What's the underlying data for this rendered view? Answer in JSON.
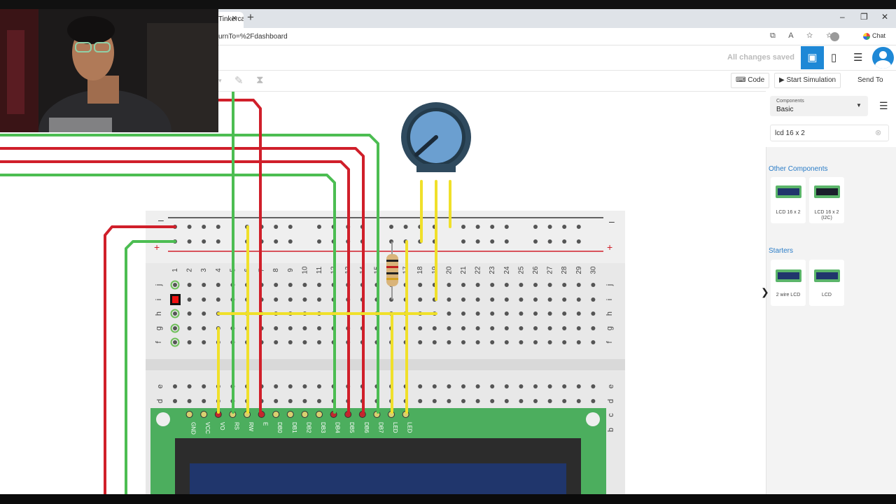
{
  "browser": {
    "tab_title": "Tinkercad - Tr",
    "tab_close": "×",
    "new_tab": "+",
    "url": "urnTo=%2Fdashboard",
    "url_icons": "⧉ A ☆ ✩",
    "chat_label": "Chat",
    "win_minimize": "–",
    "win_restore": "❐",
    "win_close": "✕"
  },
  "app": {
    "save_status": "All changes saved",
    "view_icons": {
      "circuit": "▣",
      "components": "▯",
      "list": "☰"
    }
  },
  "toolbar": {
    "code_label": "Code",
    "start_sim_label": "Start Simulation",
    "send_to_label": "Send To",
    "play_icon": "▶"
  },
  "panel": {
    "components_label": "Components",
    "components_value": "Basic",
    "search_value": "lcd 16 x 2",
    "other_components_title": "Other Components",
    "other_components": [
      {
        "label": "LCD 16 x 2",
        "style": "blue"
      },
      {
        "label": "LCD 16 x 2 (I2C)",
        "style": "dark"
      }
    ],
    "starters_title": "Starters",
    "starters": [
      {
        "label": "2 wire LCD"
      },
      {
        "label": "LCD"
      }
    ],
    "collapse_arrow": "❯"
  },
  "breadboard": {
    "rail_minus": "–",
    "rail_plus": "+",
    "column_numbers": [
      "1",
      "2",
      "3",
      "4",
      "5",
      "6",
      "7",
      "8",
      "9",
      "10",
      "11",
      "12",
      "13",
      "14",
      "15",
      "16",
      "17",
      "18",
      "19",
      "20",
      "21",
      "22",
      "23",
      "24",
      "25",
      "26",
      "27",
      "28",
      "29",
      "30"
    ],
    "row_letters_top": [
      "j",
      "i",
      "h",
      "g",
      "f"
    ],
    "row_letters_bottom": [
      "e",
      "d",
      "c",
      "b"
    ],
    "colors": {
      "red_wire": "#d01f2a",
      "green_wire": "#4cbd52",
      "yellow_wire": "#f0e02a",
      "board": "#e8e8e8"
    }
  },
  "lcd": {
    "pins": [
      "GND",
      "VCC",
      "VO",
      "RS",
      "RW",
      "E",
      "DB0",
      "DB1",
      "DB2",
      "DB3",
      "DB4",
      "DB5",
      "DB6",
      "DB7",
      "LED",
      "LED"
    ],
    "board_color": "#4cae5e",
    "screen_color": "#20366c"
  }
}
